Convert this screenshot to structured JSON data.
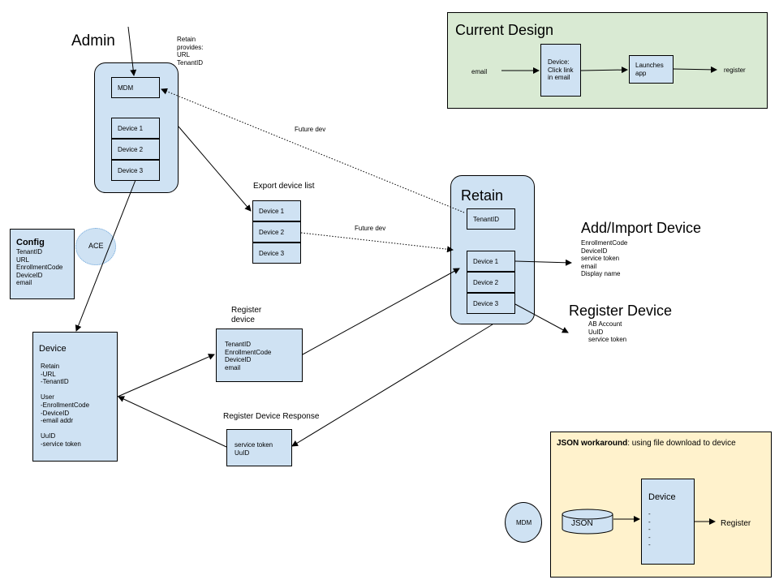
{
  "admin": {
    "title": "Admin",
    "retain_note": "Retain\nprovides:\nURL\nTenantID",
    "mdm": "MDM",
    "devices": [
      "Device 1",
      "Device 2",
      "Device 3"
    ]
  },
  "export": {
    "title": "Export device list",
    "devices": [
      "Device 1",
      "Device 2",
      "Device 3"
    ]
  },
  "future_dev_top": "Future dev",
  "future_dev_mid": "Future dev",
  "retain": {
    "title": "Retain",
    "tenant": "TenantID",
    "devices": [
      "Device 1",
      "Device 2",
      "Device 3"
    ]
  },
  "config": {
    "title": "Config",
    "fields": "TenantID\nURL\nEnrollmentCode\nDeviceID\nemail"
  },
  "ace": "ACE",
  "device": {
    "title": "Device",
    "body": "Retain\n-URL\n-TenantID\n\nUser\n-EnrollmentCode\n-DeviceID\n-email addr\n\nUuID\n-service token"
  },
  "register_device": {
    "title": "Register\ndevice",
    "body": "TenantID\nEnrollmentCode\nDeviceID\nemail"
  },
  "register_response": {
    "title": "Register Device Response",
    "body": "service token\nUuID"
  },
  "add_import": {
    "title": "Add/Import Device",
    "body": "EnrollmentCode\nDeviceID\nservice token\nemail\nDisplay name"
  },
  "register_device_panel": {
    "title": "Register Device",
    "body": "AB Account\nUuID\nservice token"
  },
  "current_design": {
    "title": "Current Design",
    "email": "email",
    "device_box": "Device:\nClick link\nin email",
    "launches_box": "Launches\napp",
    "register": "register"
  },
  "json_workaround": {
    "title_bold": "JSON workaround",
    "title_rest": ": using file download to device",
    "mdm": "MDM",
    "json": "JSON",
    "device": "Device",
    "dashes": "-\n-\n-\n-\n-",
    "register": "Register"
  },
  "colors": {
    "box_fill": "#cfe2f3",
    "current_design_bg": "#d9ead3",
    "json_workaround_bg": "#fff2cc"
  }
}
